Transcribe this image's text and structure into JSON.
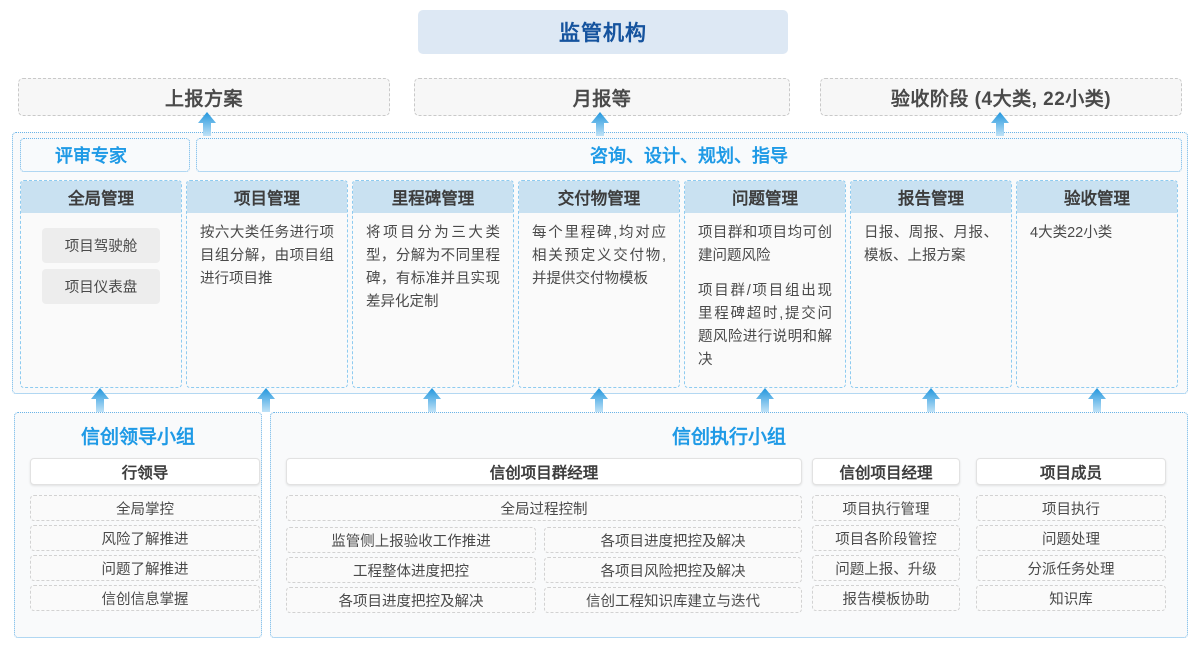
{
  "regulator": {
    "label": "监管机构"
  },
  "top_documents": [
    {
      "label": "上报方案"
    },
    {
      "label": "月报等"
    },
    {
      "label": "验收阶段 (4大类, 22小类)"
    }
  ],
  "middle_band": {
    "left_header": "评审专家",
    "right_header": "咨询、设计、规划、指导",
    "cards": [
      {
        "title": "全局管理",
        "paragraphs": [],
        "pills": [
          "项目驾驶舱",
          "项目仪表盘"
        ]
      },
      {
        "title": "项目管理",
        "paragraphs": [
          "按六大类任务进行项目组分解，由项目组进行项目推"
        ],
        "pills": []
      },
      {
        "title": "里程碑管理",
        "paragraphs": [
          "将项目分为三大类型，分解为不同里程碑，有标准并且实现差异化定制"
        ],
        "pills": []
      },
      {
        "title": "交付物管理",
        "paragraphs": [
          "每个里程碑,均对应相关预定义交付物,并提供交付物模板"
        ],
        "pills": []
      },
      {
        "title": "问题管理",
        "paragraphs": [
          "项目群和项目均可创建问题风险",
          "项目群/项目组出现里程碑超时,提交问题风险进行说明和解决"
        ],
        "pills": []
      },
      {
        "title": "报告管理",
        "paragraphs": [
          "日报、周报、月报、模板、上报方案"
        ],
        "pills": []
      },
      {
        "title": "验收管理",
        "paragraphs": [
          "4大类22小类"
        ],
        "pills": []
      }
    ]
  },
  "bottom": {
    "groups": [
      {
        "title": "信创领导小组"
      },
      {
        "title": "信创执行小组"
      }
    ],
    "roles": [
      {
        "name": "行领导"
      },
      {
        "name": "信创项目群经理"
      },
      {
        "name": "信创项目经理"
      },
      {
        "name": "项目成员"
      }
    ],
    "leader_items": [
      "全局掌控",
      "风险了解推进",
      "问题了解推进",
      "信创信息掌握"
    ],
    "pgm_full_item": "全局过程控制",
    "pgm_col_left": [
      "监管侧上报验收工作推进",
      "工程整体进度把控",
      "各项目进度把控及解决"
    ],
    "pgm_col_right": [
      "各项目进度把控及解决",
      "各项目风险把控及解决",
      "信创工程知识库建立与迭代"
    ],
    "pm_items": [
      "项目执行管理",
      "项目各阶段管控",
      "问题上报、升级",
      "报告模板协助"
    ],
    "member_items": [
      "项目执行",
      "问题处理",
      "分派任务处理",
      "知识库"
    ]
  },
  "arrows": {
    "icon": "arrow-up-icon",
    "top_row_x": [
      207,
      600,
      1000
    ],
    "bottom_row_x": [
      100,
      266,
      432,
      599,
      765,
      931,
      1097
    ]
  },
  "colors": {
    "accent_blue": "#1f9ae6",
    "regulator_blue": "#15539e",
    "regulator_bg": "#dde8f4",
    "card_header_bg": "#c9e1f1",
    "dashed_gray": "#c9c9c9"
  }
}
